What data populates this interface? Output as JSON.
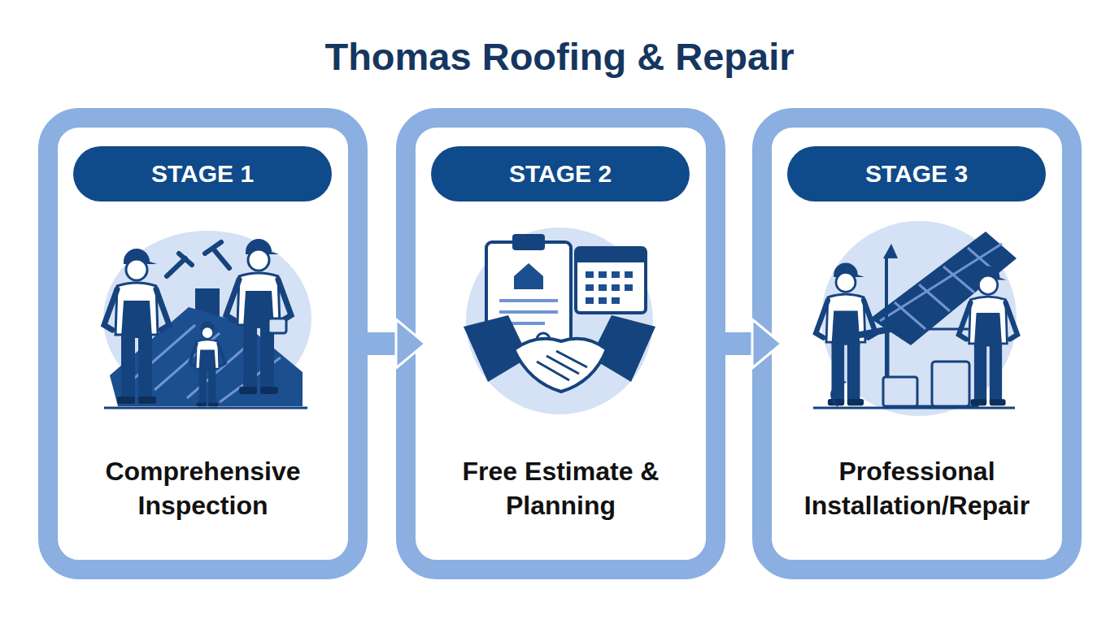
{
  "diagram": {
    "title": "Thomas Roofing & Repair",
    "nodes": [
      {
        "text": [
          "Comprehensive Inspection"
        ]
      },
      {
        "text": [
          "STAGE 1"
        ],
        "in": 0
      },
      {
        "text": [
          "Free Estimate & Planning"
        ]
      },
      {
        "text": [
          "STAGE 2"
        ],
        "in": 2
      },
      {
        "text": [
          "Professional Installation/Repair"
        ]
      },
      {
        "text": [
          "STAGE 3"
        ],
        "in": 4
      }
    ],
    "edges": [
      {
        "from": 0,
        "to": 2,
        "arrow": "to"
      },
      {
        "from": 2,
        "to": 4,
        "arrow": "to"
      }
    ]
  }
}
